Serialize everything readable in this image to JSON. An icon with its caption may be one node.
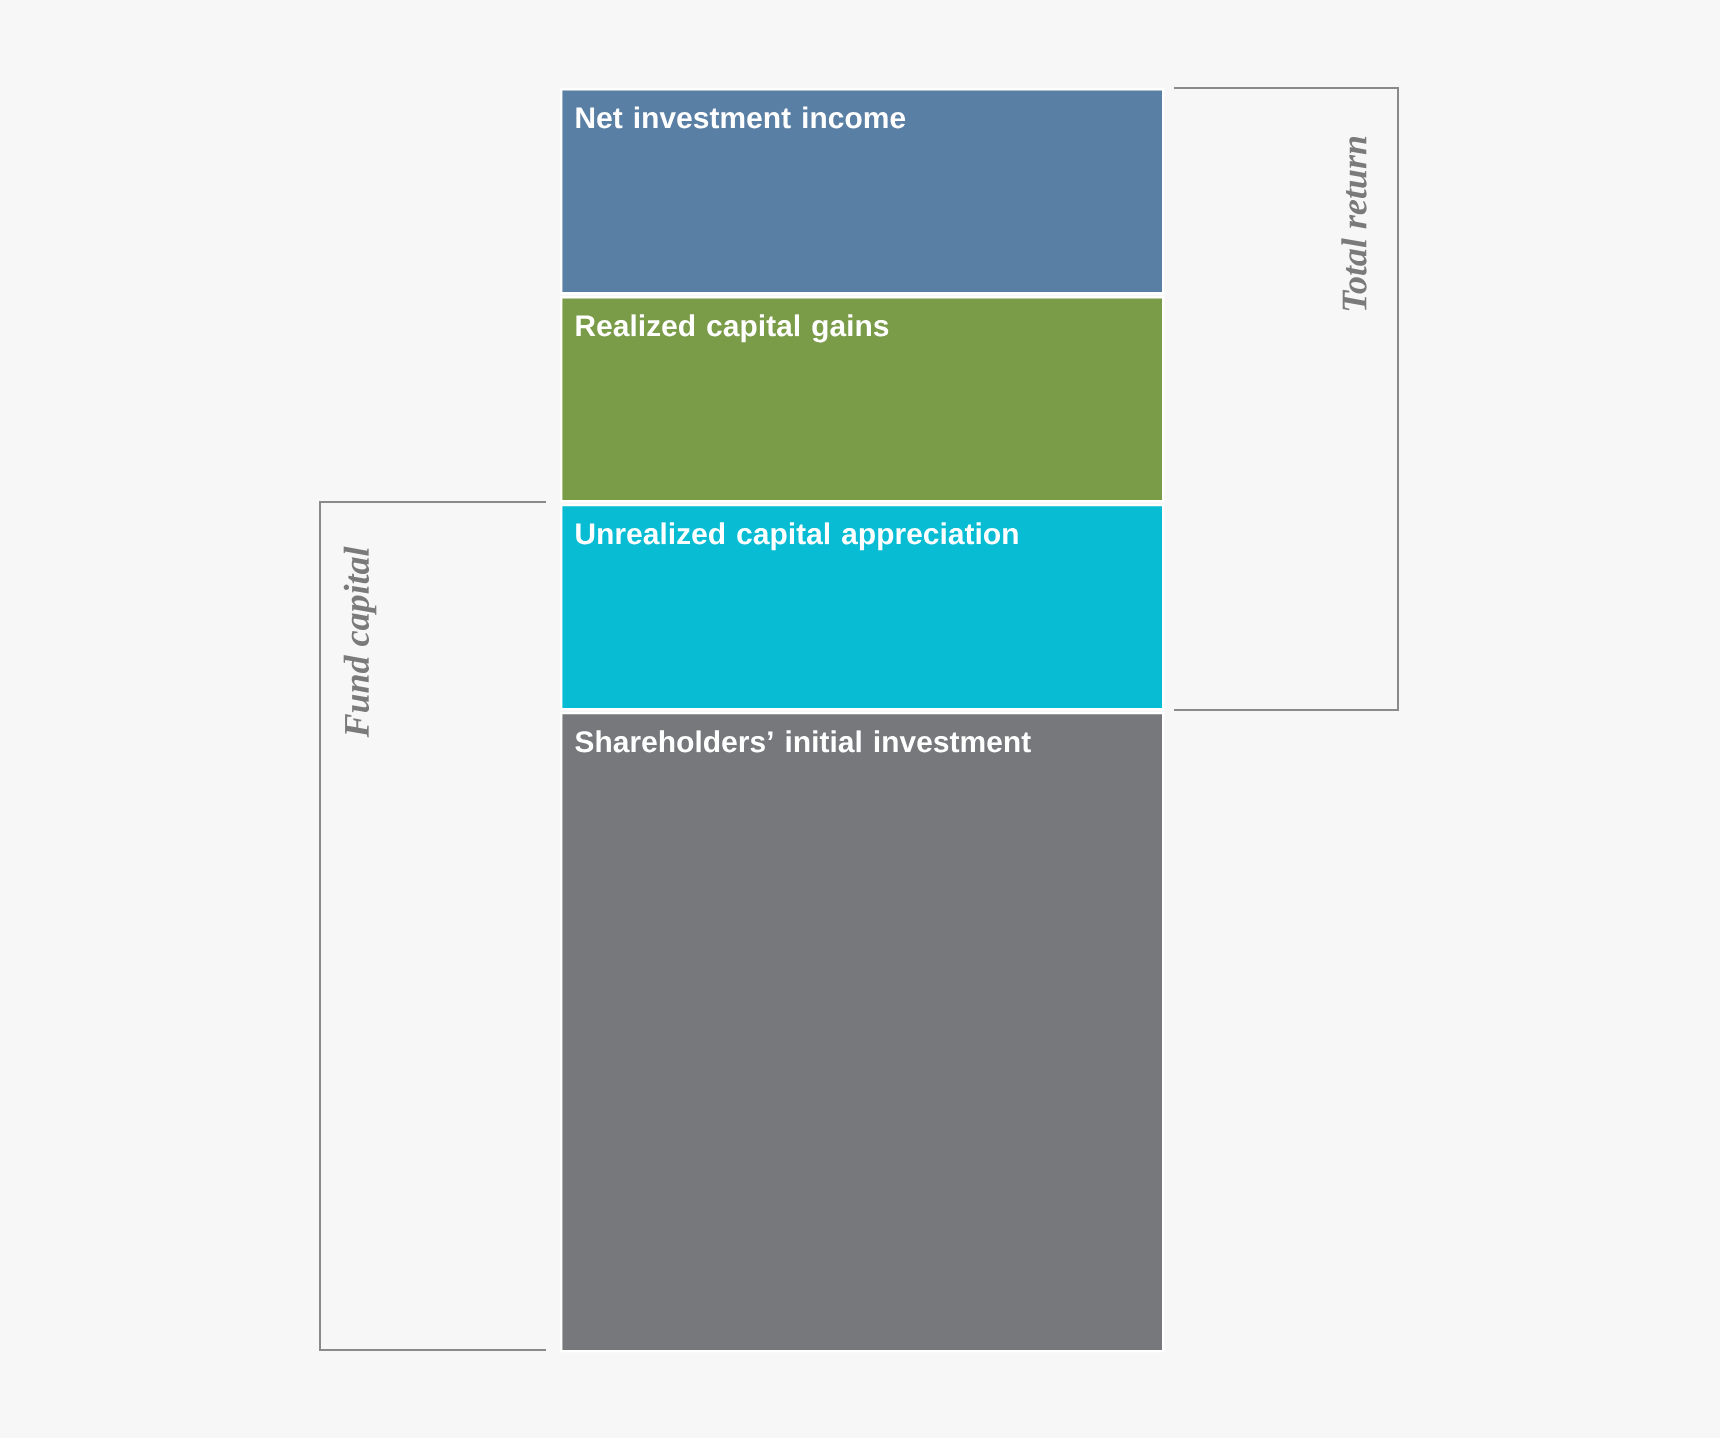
{
  "diagram": {
    "nodes": [
      {
        "text": [
          "Net investment income"
        ]
      },
      {
        "text": [
          "Realized capital gains"
        ]
      },
      {
        "text": [
          "Unrealized capital appreciation"
        ]
      },
      {
        "text": [
          "Shareholders’ initial investment"
        ]
      }
    ],
    "labels": [
      "Total return",
      "Fund capital"
    ]
  }
}
